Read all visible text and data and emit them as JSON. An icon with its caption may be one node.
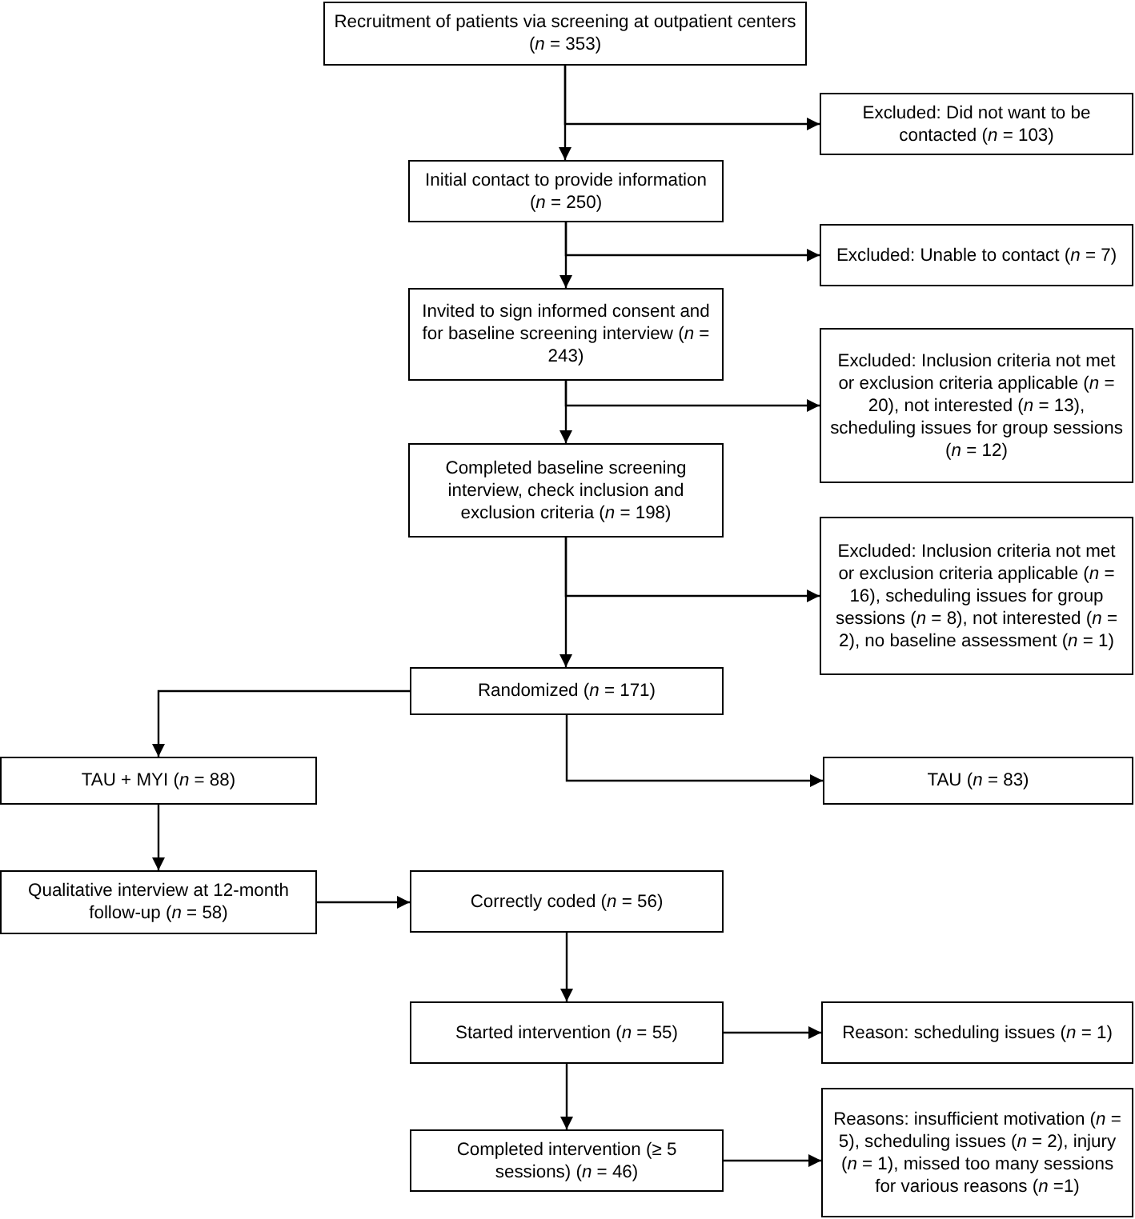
{
  "diagram": {
    "nodes": [
      {
        "text": [
          "Recruitment of patients via screening at outpatient centers (*n* = 353)"
        ]
      },
      {
        "text": [
          "Excluded: Did not want to be contacted (*n* = 103)"
        ]
      },
      {
        "text": [
          "Initial contact to provide information (*n* = 250)"
        ]
      },
      {
        "text": [
          "Excluded: Unable to contact (*n* = 7)"
        ]
      },
      {
        "text": [
          "Invited to sign informed consent and for baseline screening interview (*n* = 243)"
        ]
      },
      {
        "text": [
          "Excluded: Inclusion criteria not met or exclusion criteria applicable (*n* = 20), not interested (*n* = 13), scheduling issues for group sessions (*n* = 12)"
        ]
      },
      {
        "text": [
          "Completed baseline screening interview, check inclusion and exclusion criteria (*n* = 198)"
        ]
      },
      {
        "text": [
          "Excluded: Inclusion criteria not met or exclusion criteria applicable (*n* = 16), scheduling issues for group sessions (*n* = 8), not interested (*n* = 2), no baseline assessment (*n* = 1)"
        ]
      },
      {
        "text": [
          "Randomized (*n* = 171)"
        ]
      },
      {
        "text": [
          "TAU + MYI (*n* = 88)"
        ]
      },
      {
        "text": [
          "TAU (*n* = 83)"
        ]
      },
      {
        "text": [
          "Qualitative interview at 12-month follow-up (*n* = 58)"
        ]
      },
      {
        "text": [
          "Correctly coded (*n* = 56)"
        ]
      },
      {
        "text": [
          "Started intervention (*n* = 55)"
        ]
      },
      {
        "text": [
          "Reason: scheduling issues (*n* = 1)"
        ]
      },
      {
        "text": [
          "Completed intervention (≥ 5 sessions) (*n* = 46)"
        ]
      },
      {
        "text": [
          "Reasons: insufficient motivation (*n* = 5), scheduling issues (*n* = 2), injury (*n* = 1), missed too many sessions for various reasons (*n* =1)"
        ]
      }
    ],
    "edges": [
      {
        "from": 0,
        "to": 2,
        "arrow": "to"
      },
      {
        "from": 0,
        "to": 1,
        "arrow": "to"
      },
      {
        "from": 2,
        "to": 4,
        "arrow": "to"
      },
      {
        "from": 2,
        "to": 3,
        "arrow": "to"
      },
      {
        "from": 4,
        "to": 6,
        "arrow": "to"
      },
      {
        "from": 4,
        "to": 5,
        "arrow": "to"
      },
      {
        "from": 6,
        "to": 8,
        "arrow": "to"
      },
      {
        "from": 6,
        "to": 7,
        "arrow": "to"
      },
      {
        "from": 8,
        "to": 9,
        "arrow": "to"
      },
      {
        "from": 8,
        "to": 10,
        "arrow": "to"
      },
      {
        "from": 9,
        "to": 11,
        "arrow": "to"
      },
      {
        "from": 11,
        "to": 12,
        "arrow": "to"
      },
      {
        "from": 12,
        "to": 13,
        "arrow": "to"
      },
      {
        "from": 13,
        "to": 14,
        "arrow": "to"
      },
      {
        "from": 13,
        "to": 15,
        "arrow": "to"
      },
      {
        "from": 15,
        "to": 16,
        "arrow": "to"
      }
    ]
  }
}
